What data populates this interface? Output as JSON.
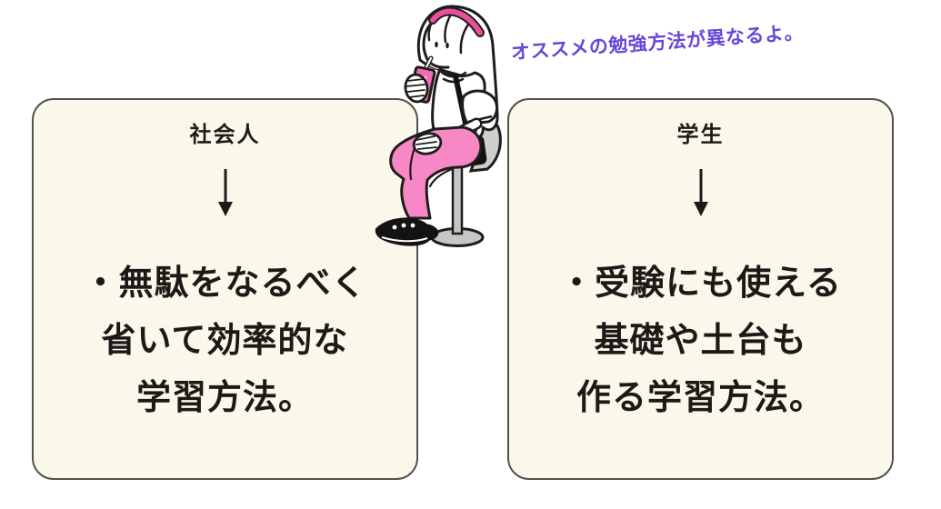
{
  "callout": {
    "text": "オススメの勉強方法が異なるよ。",
    "color": "#6847d8"
  },
  "cards": [
    {
      "id": "shakaijin",
      "title": "社会人",
      "arrow_icon": "down-arrow",
      "lines": [
        "・無駄をなるべく",
        "省いて効率的な",
        "学習方法。"
      ]
    },
    {
      "id": "gakusei",
      "title": "学生",
      "arrow_icon": "down-arrow",
      "lines": [
        "・受験にも使える",
        "基礎や土台も",
        "作る学習方法。"
      ]
    }
  ],
  "illustration": {
    "name": "girl-drinking-on-stool",
    "colors": {
      "pants_pink": "#f888c5",
      "cup_pink": "#f06db6",
      "headband_pink": "#e8509f",
      "stool_gray": "#c6c6c3",
      "outline": "#1f1d1b",
      "card_bg": "#faf8eb",
      "card_border": "#53514b",
      "text": "#1c1a16"
    }
  }
}
